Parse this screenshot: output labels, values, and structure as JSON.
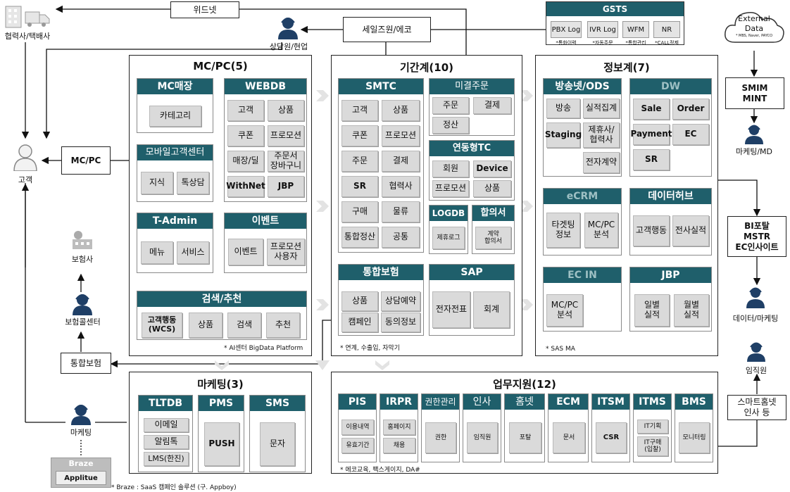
{
  "external": {
    "partners": "협력사/택배사",
    "customer": "고객",
    "counselor": "상담원/현업",
    "insurer": "보험사",
    "insurance_call_center": "보험콜센터",
    "marketing_person": "마케팅",
    "marketing_md": "마케팅/MD",
    "data_marketing": "데이터/마케팅",
    "employee": "임직원",
    "external_data": "External Data",
    "external_data_sub": "* MBS, Naver, PAYCO"
  },
  "nodes": {
    "widenet": "위드넷",
    "sales_echo": "세일즈원/에코",
    "mcpc": "MC/PC",
    "integrated_insurance": "통합보험",
    "smim": "SMIM\nMINT",
    "bi": "BI포탈\nMSTR\nEC인사이트",
    "smart_hr": "스마트홈넷\n인사 등",
    "braze": "Braze",
    "applitue": "Applitue",
    "braze_note": "* Braze : SaaS 캠페인 솔루션 (구. Appboy)"
  },
  "gsts": {
    "title": "GSTS",
    "items": [
      {
        "label": "PBX Log",
        "sub": "*통화이력"
      },
      {
        "label": "IVR Log",
        "sub": "*자동주문"
      },
      {
        "label": "WFM",
        "sub": "*통합관리"
      },
      {
        "label": "NR",
        "sub": "*CALL정제"
      }
    ]
  },
  "mcpc": {
    "title": "MC/PC(5)",
    "mc_store": {
      "title": "MC매장",
      "items": [
        "카테고리"
      ]
    },
    "webdb": {
      "title": "WEBDB",
      "items": [
        "고객",
        "상품",
        "쿠폰",
        "프로모션",
        "매장/딜",
        "주문서\n장바구니",
        "WithNet",
        "JBP"
      ]
    },
    "mobile_cc": {
      "title": "모바일고객센터",
      "items": [
        "지식",
        "톡상담"
      ]
    },
    "tadmin": {
      "title": "T-Admin",
      "items": [
        "메뉴",
        "서비스"
      ]
    },
    "event": {
      "title": "이벤트",
      "items": [
        "이벤트",
        "프로모션\n사용자"
      ]
    },
    "search": {
      "title": "검색/추천",
      "items": [
        "고객행동\n(WCS)",
        "상품",
        "검색",
        "추천"
      ]
    },
    "note": "* AI센터 BigData Platform"
  },
  "core": {
    "title": "기간계(10)",
    "smtc": {
      "title": "SMTC",
      "items": [
        "고객",
        "상품",
        "쿠폰",
        "프로모션",
        "주문",
        "결제",
        "SR",
        "협력사",
        "구매",
        "물류",
        "통합정산",
        "공통"
      ]
    },
    "unsettled": {
      "title": "미결주문",
      "items": [
        "주문",
        "결제",
        "정산"
      ]
    },
    "linked_tc": {
      "title": "연동형TC",
      "items": [
        "회원",
        "Device",
        "프로모션",
        "상품"
      ]
    },
    "logdb": {
      "title": "LOGDB",
      "items": [
        "제휴로그"
      ]
    },
    "agreement": {
      "title": "합의서",
      "items": [
        "계약\n합의서"
      ]
    },
    "insurance": {
      "title": "통합보험",
      "items": [
        "상품",
        "상담예약",
        "캠페인",
        "동의정보"
      ]
    },
    "sap": {
      "title": "SAP",
      "items": [
        "전자전표",
        "회계"
      ]
    },
    "note": "* 연계, 수출입, 자막기"
  },
  "info": {
    "title": "정보계(7)",
    "ods": {
      "title": "방송넷/ODS",
      "items": [
        "방송",
        "실적집계",
        "Staging",
        "제휴사/\n협력사",
        "전자계약"
      ]
    },
    "dw": {
      "title": "DW",
      "items": [
        "Sale",
        "Order",
        "Payment",
        "EC",
        "SR"
      ]
    },
    "ecrm": {
      "title": "eCRM",
      "items": [
        "타겟팅\n정보",
        "MC/PC\n분석"
      ]
    },
    "datahub": {
      "title": "데이터허브",
      "items": [
        "고객행동",
        "전사실적"
      ]
    },
    "ecin": {
      "title": "EC IN",
      "items": [
        "MC/PC\n분석"
      ]
    },
    "jbp": {
      "title": "JBP",
      "items": [
        "일별\n실적",
        "월별\n실적"
      ]
    },
    "note": "* SAS MA"
  },
  "marketing": {
    "title": "마케팅(3)",
    "tltdb": {
      "title": "TLTDB",
      "items": [
        "이메일",
        "알림톡",
        "LMS(한진)"
      ]
    },
    "pms": {
      "title": "PMS",
      "items": [
        "PUSH"
      ]
    },
    "sms": {
      "title": "SMS",
      "items": [
        "문자"
      ]
    }
  },
  "support": {
    "title": "업무지원(12)",
    "modules": [
      {
        "title": "PIS",
        "items": [
          "이용내역",
          "유효기간"
        ]
      },
      {
        "title": "IRPR",
        "items": [
          "홈페이지",
          "채용"
        ]
      },
      {
        "title": "권한관리",
        "items": [
          "권한"
        ]
      },
      {
        "title": "인사",
        "items": [
          "임직원"
        ]
      },
      {
        "title": "홈넷",
        "items": [
          "포탈"
        ]
      },
      {
        "title": "ECM",
        "items": [
          "문서"
        ]
      },
      {
        "title": "ITSM",
        "items": [
          "CSR"
        ]
      },
      {
        "title": "ITMS",
        "items": [
          "IT기획",
          "IT구매\n(입찰)"
        ]
      },
      {
        "title": "BMS",
        "items": [
          "모니터링"
        ]
      }
    ],
    "note": "* 에코교육, 팩스게이지, DA#"
  },
  "colors": {
    "header": "#1f5f6b",
    "header_dim_text": "#9ec0c4",
    "cell": "#dadada",
    "arrow": "#111111",
    "chevron": "#e3e3e3"
  }
}
